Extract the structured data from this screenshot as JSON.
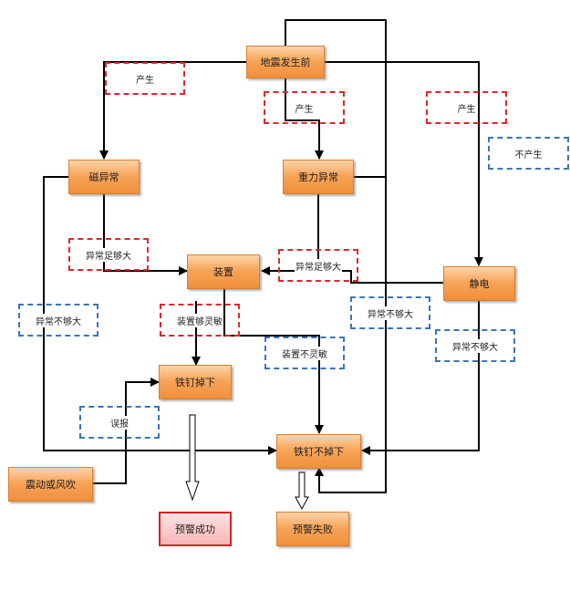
{
  "nodes": {
    "earthquake_before": "地震发生前",
    "magnetic_anomaly": "磁异常",
    "gravity_anomaly": "重力异常",
    "static_electricity": "静电",
    "device": "装置",
    "nail_falls": "铁钉掉下",
    "nail_not_fall": "铁钉不掉下",
    "vibration_wind": "震动或风吹",
    "warning_success": "预警成功",
    "warning_fail": "预警失败"
  },
  "labels": {
    "produce_1": "产生",
    "produce_2": "产生",
    "produce_3": "产生",
    "not_produce": "不产生",
    "anomaly_large_1": "异常足够大",
    "anomaly_large_2": "异常足够大",
    "anomaly_small_1": "异常不够大",
    "anomaly_small_2": "异常不够大",
    "anomaly_small_3": "异常不够大",
    "device_sensitive": "装置够灵敏",
    "device_insensitive": "装置不灵敏",
    "false_report": "误报"
  },
  "colors": {
    "node_fill": "#f39a4b",
    "node_border": "#d8802f",
    "success_border": "#d71f26",
    "positive_dash": "#e0262b",
    "negative_dash": "#3a76b6",
    "line": "#000000"
  }
}
